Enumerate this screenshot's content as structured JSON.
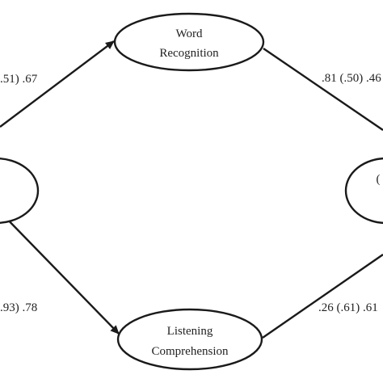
{
  "diagram": {
    "nodes": {
      "word_recognition": {
        "line1": "Word",
        "line2": "Recognition"
      },
      "listening_comprehension": {
        "line1": "Listening",
        "line2": "Comprehension"
      },
      "right_node": {
        "partial_text": "("
      }
    },
    "edges": {
      "left_to_word": {
        "label": ".51) .67"
      },
      "word_to_right": {
        "label": ".81 (.50) .46"
      },
      "left_to_listening": {
        "label": ".93) .78"
      },
      "listening_to_right": {
        "label": ".26 (.61) .61"
      }
    }
  },
  "colors": {
    "stroke": "#1a1a1a",
    "text": "#222222",
    "background": "#ffffff"
  }
}
